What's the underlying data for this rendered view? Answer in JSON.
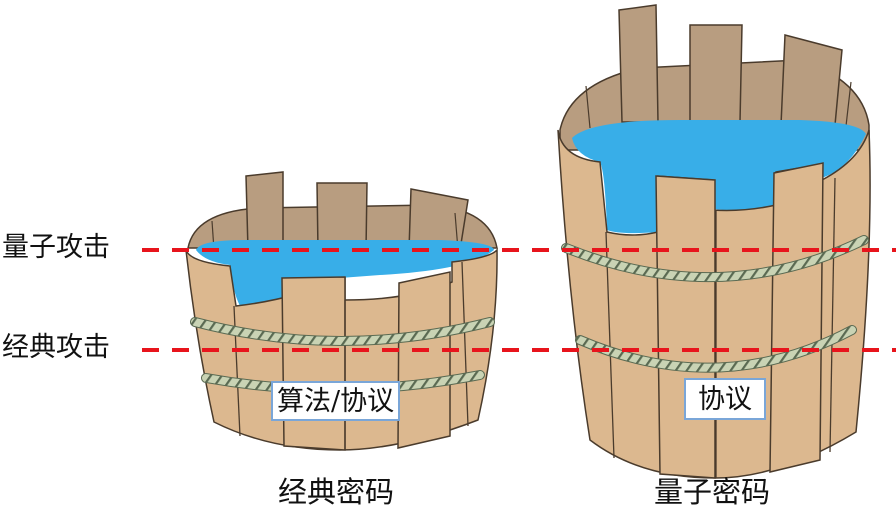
{
  "levels": {
    "quantum_attack": "量子攻击",
    "classical_attack": "经典攻击"
  },
  "buckets": [
    {
      "id": "classical",
      "caption": "经典密码",
      "tag": "算法/协议"
    },
    {
      "id": "quantum",
      "caption": "量子密码",
      "tag": "协议"
    }
  ],
  "colors": {
    "wood_light": "#dcb88f",
    "wood_dark": "#b89d80",
    "wood_outline": "#4a3b2c",
    "water": "#38aee8",
    "rope": "#c9d3b4",
    "rope_dark": "#5a6a52",
    "dash_line": "#e8141c",
    "tag_border": "#7aa6d8"
  }
}
